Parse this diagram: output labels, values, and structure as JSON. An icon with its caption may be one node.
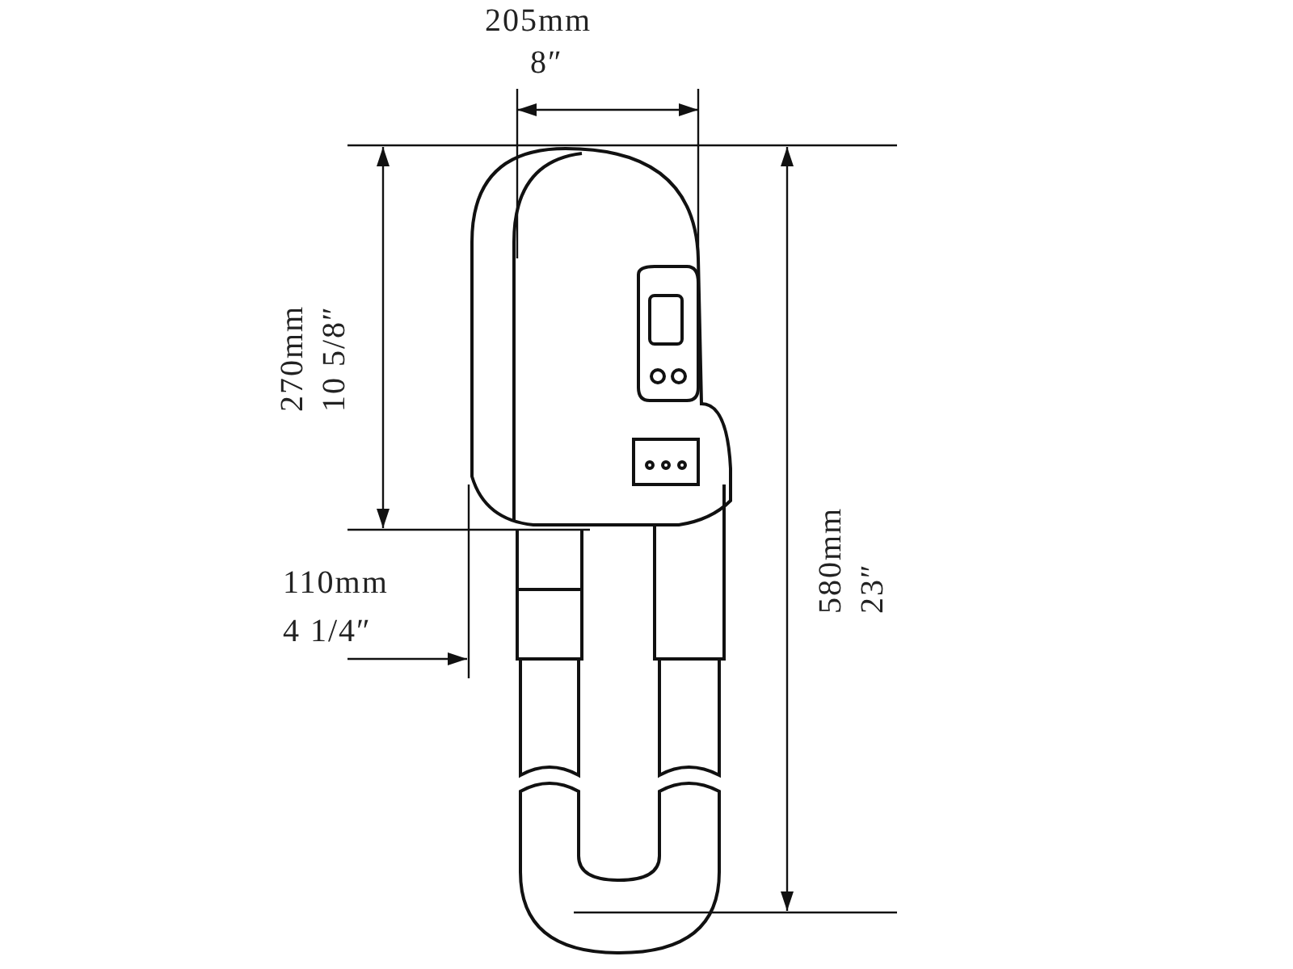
{
  "diagram": {
    "labels": [
      "205mm",
      "8″",
      "270mm",
      "10 5/8″",
      "110mm",
      "4 1/4″",
      "580mm",
      "23″"
    ]
  }
}
